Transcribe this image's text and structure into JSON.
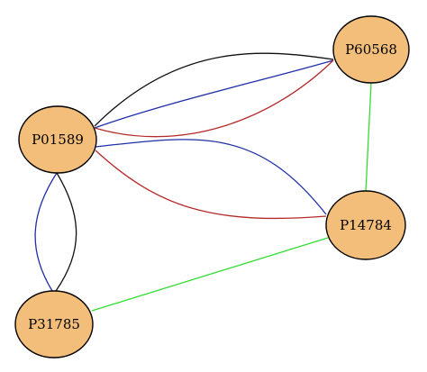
{
  "colors": {
    "node_fill": "#F2BE7A",
    "node_stroke": "#000000",
    "black_edge": "#111111",
    "blue_edge": "#1F2FA8",
    "red_edge": "#B42A2A",
    "green_edge": "#33DD33"
  },
  "nodes": [
    {
      "id": "P01589",
      "label": "P01589"
    },
    {
      "id": "P60568",
      "label": "P60568"
    },
    {
      "id": "P14784",
      "label": "P14784"
    },
    {
      "id": "P31785",
      "label": "P31785"
    }
  ],
  "edges": [
    {
      "source": "P01589",
      "target": "P60568",
      "color": "black"
    },
    {
      "source": "P01589",
      "target": "P60568",
      "color": "blue"
    },
    {
      "source": "P01589",
      "target": "P60568",
      "color": "red"
    },
    {
      "source": "P01589",
      "target": "P14784",
      "color": "blue"
    },
    {
      "source": "P01589",
      "target": "P14784",
      "color": "red"
    },
    {
      "source": "P01589",
      "target": "P31785",
      "color": "blue"
    },
    {
      "source": "P01589",
      "target": "P31785",
      "color": "black"
    },
    {
      "source": "P60568",
      "target": "P14784",
      "color": "green"
    },
    {
      "source": "P14784",
      "target": "P31785",
      "color": "green"
    }
  ]
}
